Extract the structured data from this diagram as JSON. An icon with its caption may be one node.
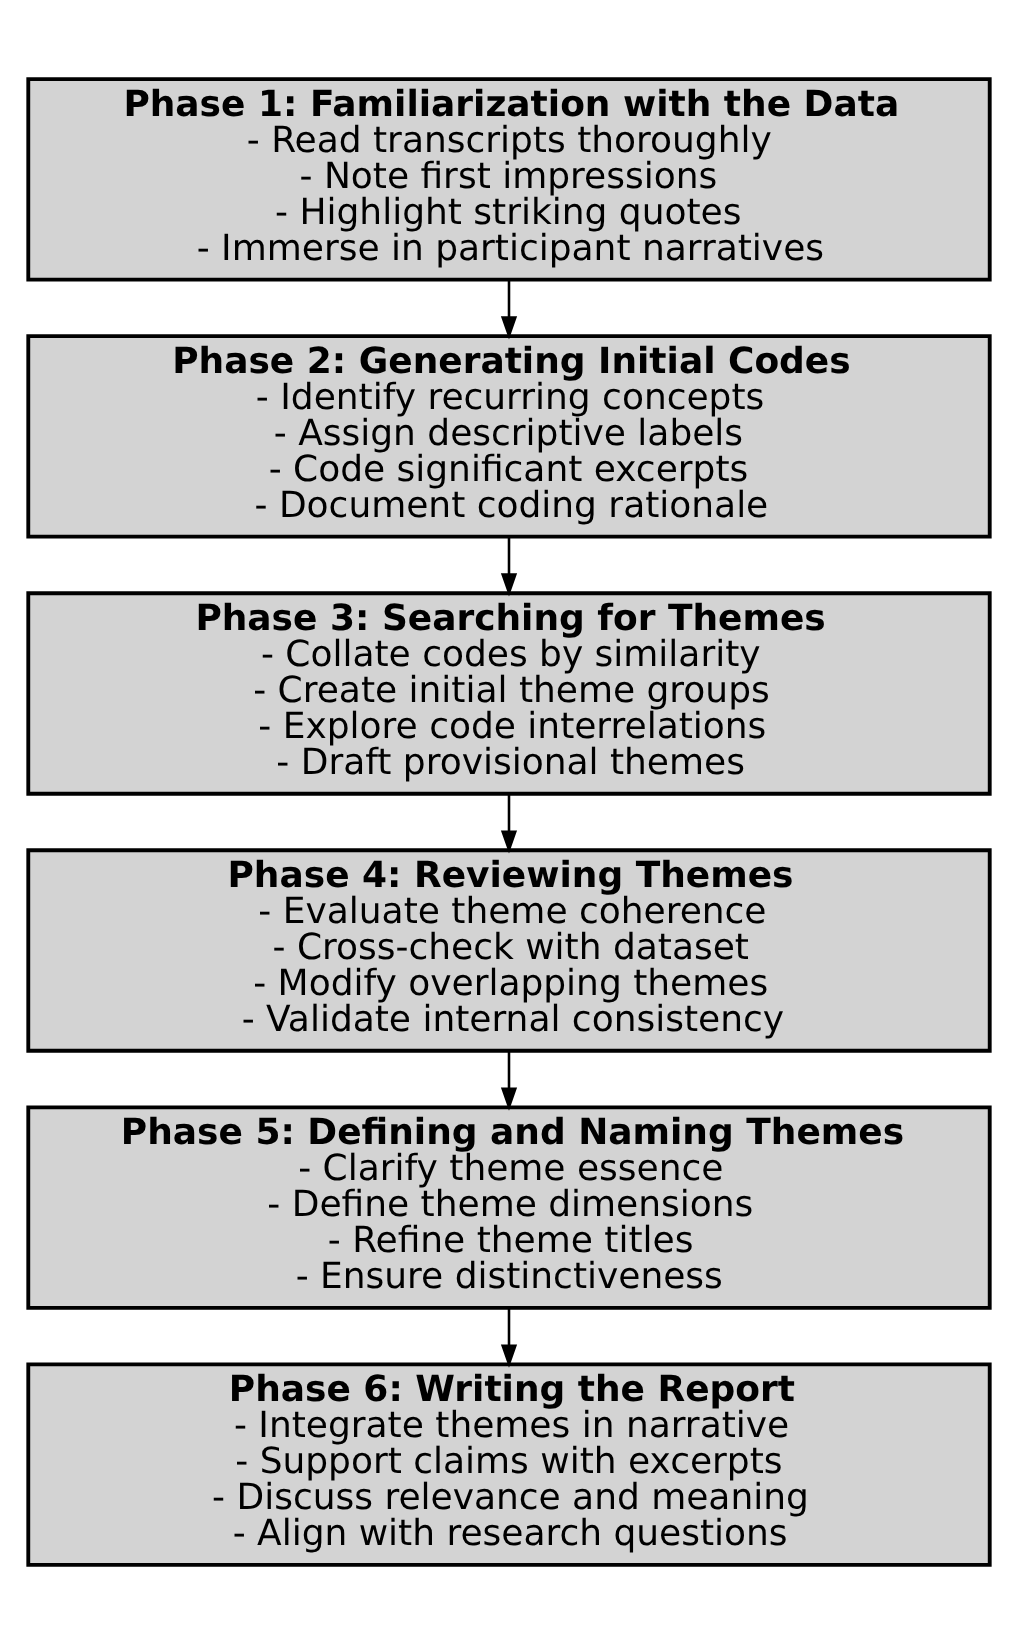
{
  "diagram": {
    "nodes": [
      {
        "text": [
          "Phase 1: Familiarization with the Data",
          "- Read transcripts thoroughly",
          "- Note first impressions",
          "- Highlight striking quotes",
          "- Immerse in participant narratives"
        ]
      },
      {
        "text": [
          "Phase 2: Generating Initial Codes",
          "- Identify recurring concepts",
          "- Assign descriptive labels",
          "- Code significant excerpts",
          "- Document coding rationale"
        ]
      },
      {
        "text": [
          "Phase 3: Searching for Themes",
          "- Collate codes by similarity",
          "- Create initial theme groups",
          "- Explore code interrelations",
          "- Draft provisional themes"
        ]
      },
      {
        "text": [
          "Phase 4: Reviewing Themes",
          "- Evaluate theme coherence",
          "- Cross-check with dataset",
          "- Modify overlapping themes",
          "- Validate internal consistency"
        ]
      },
      {
        "text": [
          "Phase 5: Defining and Naming Themes",
          "- Clarify theme essence",
          "- Define theme dimensions",
          "- Refine theme titles",
          "- Ensure distinctiveness"
        ]
      },
      {
        "text": [
          "Phase 6: Writing the Report",
          "- Integrate themes in narrative",
          "- Support claims with excerpts",
          "- Discuss relevance and meaning",
          "- Align with research questions"
        ]
      }
    ],
    "edges": [
      {
        "from": 0,
        "to": 1,
        "arrow": "to"
      },
      {
        "from": 1,
        "to": 2,
        "arrow": "to"
      },
      {
        "from": 2,
        "to": 3,
        "arrow": "to"
      },
      {
        "from": 3,
        "to": 4,
        "arrow": "to"
      },
      {
        "from": 4,
        "to": 5,
        "arrow": "to"
      }
    ]
  }
}
